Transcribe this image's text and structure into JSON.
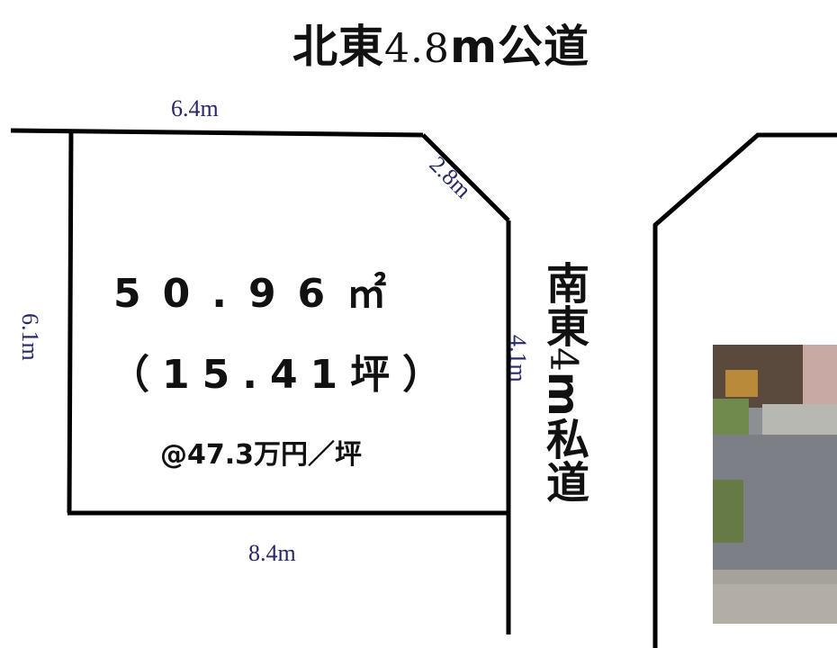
{
  "title": {
    "bold_prefix": "北東",
    "serif_part": "4.8",
    "bold_suffix": "m公道"
  },
  "dimensions": {
    "top": "6.4m",
    "corner": "2.8m",
    "left": "6.1m",
    "right": "4.1m",
    "bottom": "8.4m"
  },
  "area": {
    "sqm": "50.96㎡",
    "tsubo": "（15.41坪）",
    "price": "@47.3万円／坪"
  },
  "east_road": {
    "prefix": "南東",
    "serif_part": "4",
    "suffix": "m私道"
  },
  "photo": {
    "alt": "site photo"
  }
}
